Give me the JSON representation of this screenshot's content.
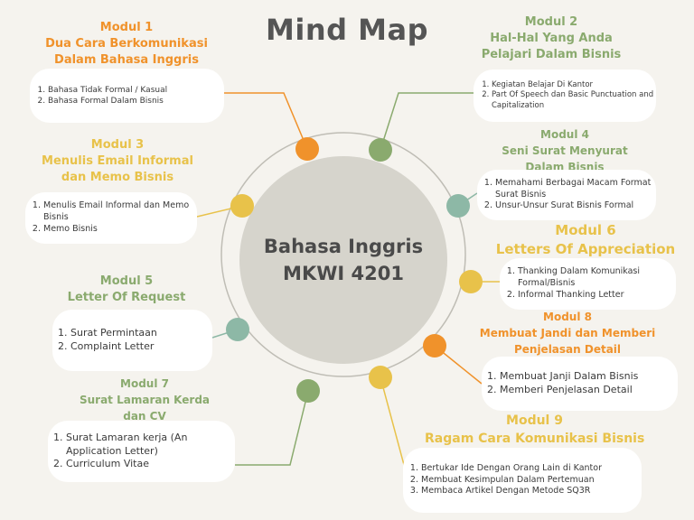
{
  "title": "Mind Map",
  "center": {
    "line1": "Bahasa Inggris",
    "line2": "MKWI 4201"
  },
  "colors": {
    "orange": "#f0922b",
    "green": "#8aaa6e",
    "yellow": "#e8c24a",
    "teal": "#8db8a6",
    "center": "#d6d4cc",
    "background": "#f5f3ee"
  },
  "modules": {
    "m1": {
      "heading": [
        "Modul 1",
        "Dua Cara Berkomunikasi",
        "Dalam Bahasa Inggris"
      ],
      "items": [
        "Bahasa Tidak Formal / Kasual",
        "Bahasa Formal Dalam Bisnis"
      ]
    },
    "m2": {
      "heading": [
        "Modul 2",
        "Hal-Hal Yang Anda",
        "Pelajari Dalam Bisnis"
      ],
      "items": [
        "Kegiatan Belajar Di Kantor",
        "Part Of Speech dan Basic Punctuation and Capitalization"
      ]
    },
    "m3": {
      "heading": [
        "Modul 3",
        "Menulis Email Informal",
        "dan Memo Bisnis"
      ],
      "items": [
        "Menulis Email Informal dan Memo Bisnis",
        "Memo Bisnis"
      ]
    },
    "m4": {
      "heading": [
        "Modul 4",
        "Seni Surat Menyurat",
        "Dalam Bisnis"
      ],
      "items": [
        "Memahami Berbagai Macam Format Surat Bisnis",
        "Unsur-Unsur Surat Bisnis Formal"
      ]
    },
    "m5": {
      "heading": [
        "Modul 5",
        "Letter Of Request"
      ],
      "items": [
        "Surat Permintaan",
        "Complaint Letter"
      ]
    },
    "m6": {
      "heading": [
        "Modul 6",
        "Letters Of Appreciation"
      ],
      "items": [
        "Thanking Dalam Komunikasi Formal/Bisnis",
        "Informal Thanking Letter"
      ]
    },
    "m7": {
      "heading": [
        "Modul 7",
        "Surat Lamaran Kerda",
        "dan CV"
      ],
      "items": [
        "Surat Lamaran kerja (An Application Letter)",
        "Curriculum Vitae"
      ]
    },
    "m8": {
      "heading": [
        "Modul 8",
        "Membuat Jandi dan Memberi",
        "Penjelasan Detail"
      ],
      "items": [
        "Membuat Janji Dalam Bisnis",
        "Memberi Penjelasan Detail"
      ]
    },
    "m9": {
      "heading": [
        "Modul 9",
        "Ragam Cara Komunikasi Bisnis"
      ],
      "items": [
        "Bertukar Ide Dengan Orang Lain di Kantor",
        "Membuat Kesimpulan Dalam Pertemuan",
        "Membaca Artikel Dengan Metode SQ3R"
      ]
    }
  }
}
